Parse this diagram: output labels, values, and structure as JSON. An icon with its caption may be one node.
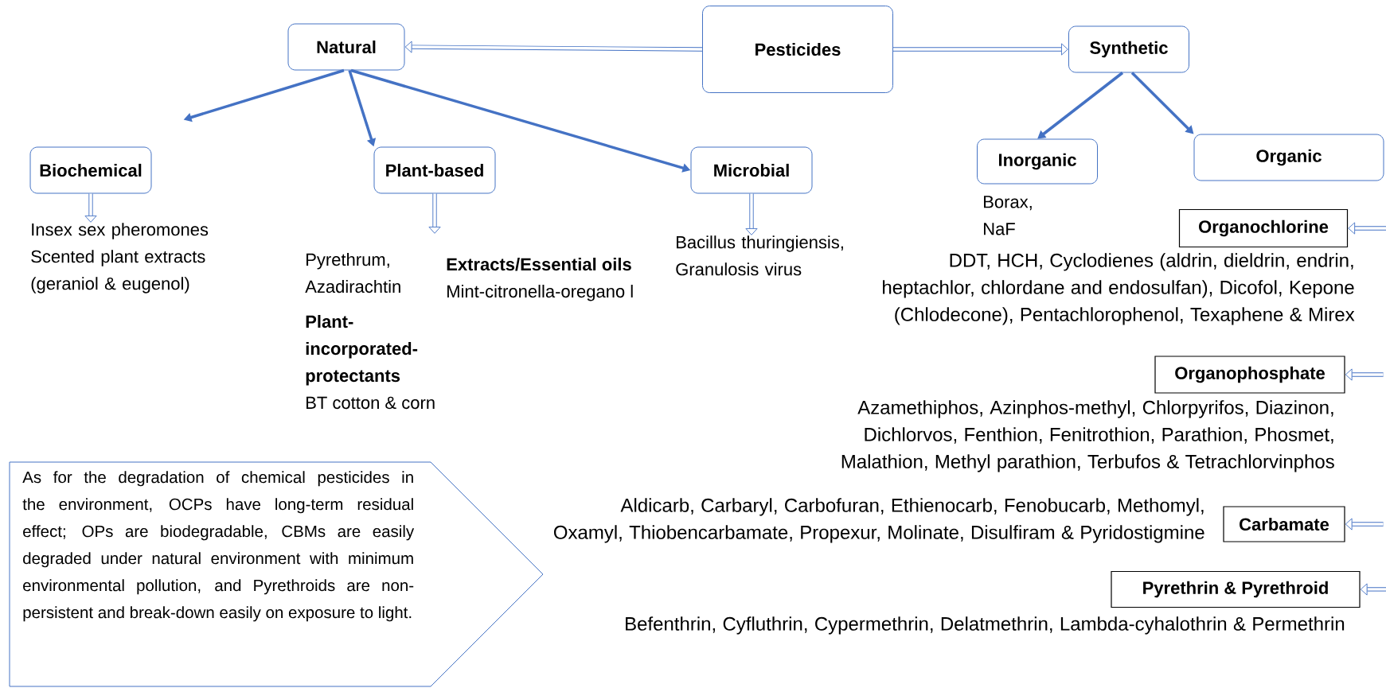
{
  "diagram": {
    "nodes": [
      {
        "text": [
          "Pesticides"
        ]
      },
      {
        "text": [
          "Natural"
        ]
      },
      {
        "text": [
          "Synthetic"
        ]
      },
      {
        "text": [
          "Biochemical"
        ]
      },
      {
        "text": [
          "Plant-based"
        ]
      },
      {
        "text": [
          "Microbial"
        ]
      },
      {
        "text": [
          "Inorganic"
        ]
      },
      {
        "text": [
          "Organic"
        ]
      },
      {
        "text": [
          "Organochlorine"
        ]
      },
      {
        "text": [
          "Organophosphate"
        ]
      },
      {
        "text": [
          "Carbamate"
        ]
      },
      {
        "text": [
          "Pyrethrin & Pyrethroid"
        ]
      },
      {
        "text": [
          "As for the degradation of chemical pesticides in the environment, OCPs have long-term residual effect; OPs are biodegradable, CBMs are easily degraded under natural environment with minimum environmental pollution, and Pyrethroids are non-persistent and break-down easily on exposure to  light."
        ]
      },
      {
        "text": [
          "Insex sex pheromones",
          "Scented plant extracts (geraniol & eugenol)"
        ]
      },
      {
        "text": [
          "Pyrethrum, Azadirachtin",
          "Extracts/Essential oils",
          "Mint-citronella-oregano l",
          "Plant-incorporated-protectants",
          "BT cotton & corn"
        ]
      },
      {
        "text": [
          "Bacillus thuringiensis, Granulosis virus"
        ]
      },
      {
        "text": [
          "Borax, NaF"
        ]
      },
      {
        "text": [
          "DDT, HCH, Cyclodienes (aldrin, dieldrin, endrin, heptachlor, chlordane and endosulfan), Dicofol, Kepone (Chlodecone), Pentachlorophenol, Texaphene & Mirex"
        ]
      },
      {
        "text": [
          "Azamethiphos, Azinphos-methyl, Chlorpyrifos, Diazinon, Dichlorvos, Fenthion, Fenitrothion, Parathion, Phosmet, Malathion, Methyl parathion, Terbufos & Tetrachlorvinphos"
        ]
      },
      {
        "text": [
          "Aldicarb, Carbaryl, Carbofuran, Ethienocarb, Fenobucarb, Methomyl, Oxamyl, Thiobencarbamate, Propexur, Molinate, Disulfiram & Pyridostigmine"
        ]
      },
      {
        "text": [
          "Befenthrin, Cyfluthrin, Cypermethrin, Delatmethrin, Lambda-cyhalothrin & Permethrin"
        ]
      }
    ],
    "edges": [
      {
        "from": 0,
        "to": 1,
        "arrow": "to"
      },
      {
        "from": 0,
        "to": 2,
        "arrow": "to"
      },
      {
        "from": 1,
        "to": 3,
        "arrow": "to"
      },
      {
        "from": 1,
        "to": 4,
        "arrow": "to"
      },
      {
        "from": 1,
        "to": 5,
        "arrow": "to"
      },
      {
        "from": 2,
        "to": 6,
        "arrow": "to"
      },
      {
        "from": 2,
        "to": 7,
        "arrow": "to"
      },
      {
        "from": 3,
        "to": 13,
        "arrow": "to"
      },
      {
        "from": 4,
        "to": 14,
        "arrow": "to"
      },
      {
        "from": 5,
        "to": 15,
        "arrow": "to"
      },
      {
        "from": null,
        "to": 8,
        "arrow": "to"
      },
      {
        "from": null,
        "to": 9,
        "arrow": "to"
      },
      {
        "from": null,
        "to": 10,
        "arrow": "to"
      },
      {
        "from": null,
        "to": 11,
        "arrow": "to"
      }
    ]
  }
}
